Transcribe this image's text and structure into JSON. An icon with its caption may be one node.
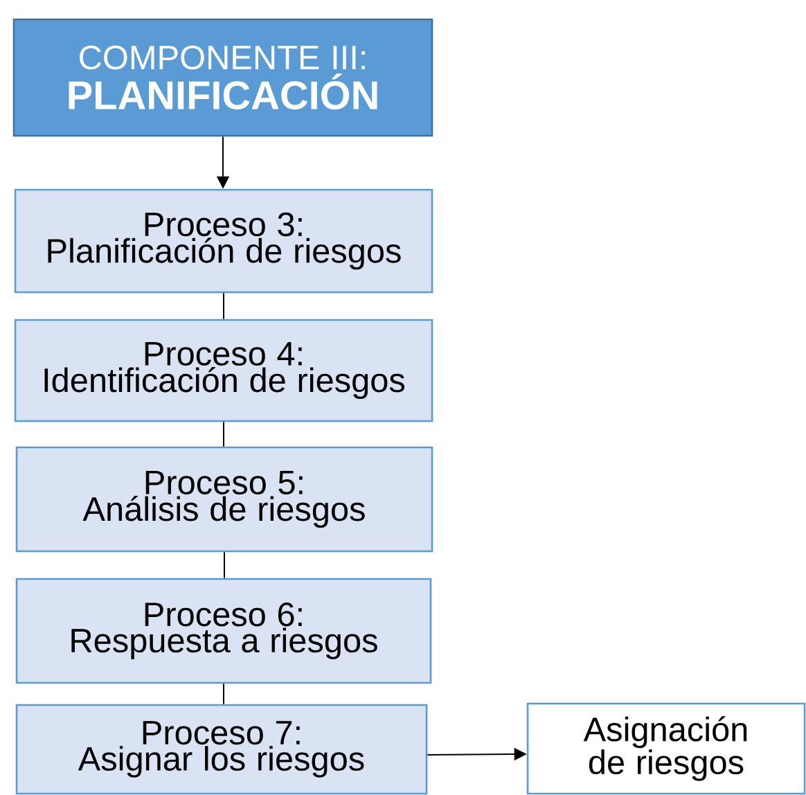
{
  "diagram": {
    "nodes": [
      {
        "text": [
          "COMPONENTE III:",
          "PLANIFICACIÓN"
        ]
      },
      {
        "text": [
          "Proceso 3:",
          "Planificación de riesgos"
        ]
      },
      {
        "text": [
          "Proceso 4:",
          "Identificación de riesgos"
        ]
      },
      {
        "text": [
          "Proceso 5:",
          "Análisis de riesgos"
        ]
      },
      {
        "text": [
          "Proceso 6:",
          "Respuesta a riesgos"
        ]
      },
      {
        "text": [
          "Proceso 7:",
          "Asignar los riesgos"
        ]
      },
      {
        "text": [
          "Asignación de riesgos"
        ]
      }
    ],
    "edges": [
      {
        "from": 0,
        "to": 1,
        "arrow": "to"
      },
      {
        "from": 1,
        "to": 2,
        "arrow": "none"
      },
      {
        "from": 2,
        "to": 3,
        "arrow": "none"
      },
      {
        "from": 3,
        "to": 4,
        "arrow": "none"
      },
      {
        "from": 4,
        "to": 5,
        "arrow": "none"
      },
      {
        "from": 5,
        "to": 6,
        "arrow": "to"
      }
    ]
  }
}
